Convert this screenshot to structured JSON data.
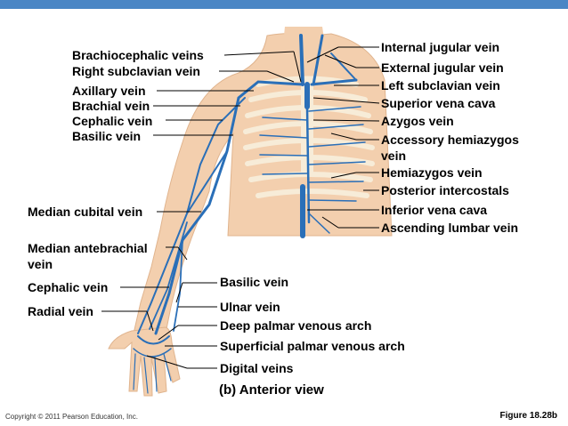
{
  "header_color": "#4a86c5",
  "labels_left": {
    "brachiocephalic": "Brachiocephalic veins",
    "right_subclavian": "Right subclavian vein",
    "axillary": "Axillary vein",
    "brachial": "Brachial vein",
    "cephalic_upper": "Cephalic vein",
    "basilic_upper": "Basilic vein",
    "median_cubital": "Median cubital vein",
    "median_antebrachial_1": "Median antebrachial",
    "median_antebrachial_2": "vein",
    "cephalic_lower": "Cephalic vein",
    "radial": "Radial vein"
  },
  "labels_right": {
    "internal_jugular": "Internal jugular vein",
    "external_jugular": "External jugular vein",
    "left_subclavian": "Left subclavian vein",
    "superior_vena_cava": "Superior vena cava",
    "azygos": "Azygos vein",
    "accessory_hemiazygos_1": "Accessory hemiazygos",
    "accessory_hemiazygos_2": "vein",
    "hemiazygos": "Hemiazygos vein",
    "posterior_intercostals": "Posterior intercostals",
    "inferior_vena_cava": "Inferior vena cava",
    "ascending_lumbar": "Ascending lumbar vein"
  },
  "labels_lower": {
    "basilic_lower": "Basilic vein",
    "ulnar": "Ulnar vein",
    "deep_palmar": "Deep palmar venous arch",
    "superficial_palmar": "Superficial palmar venous arch",
    "digital": "Digital veins"
  },
  "caption": "(b) Anterior view",
  "copyright": "Copyright © 2011 Pearson Education, Inc.",
  "figure_number": "Figure 18.28b",
  "colors": {
    "vein": "#2a6fb8",
    "skin": "#f3cfae",
    "bone": "#f7ecd8",
    "leader": "#000000"
  }
}
